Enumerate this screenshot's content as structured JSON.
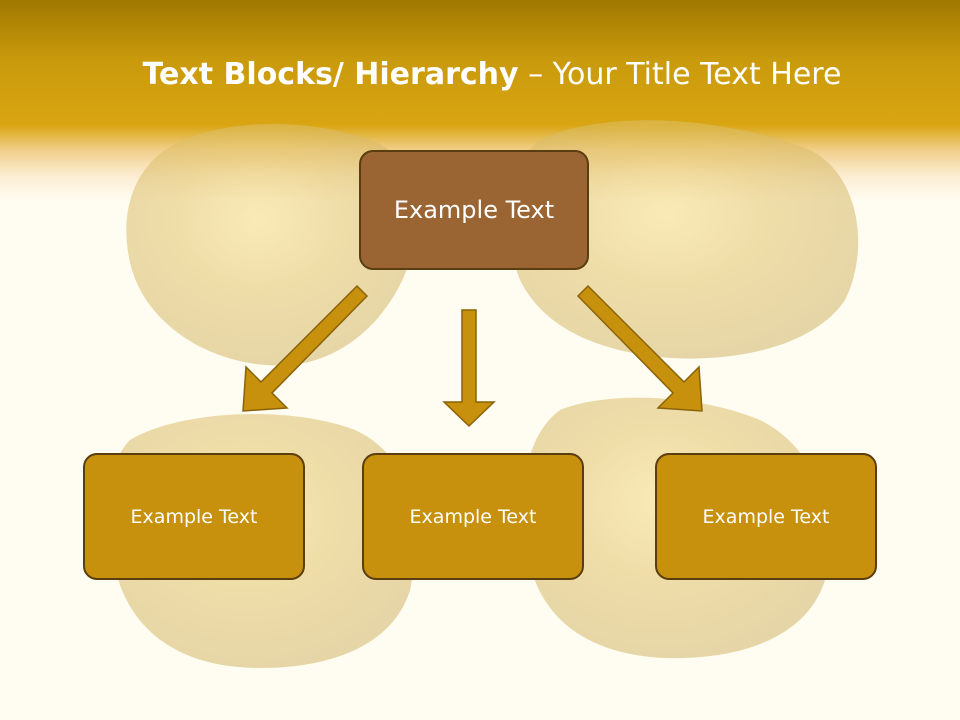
{
  "slide": {
    "title_bold": "Text Blocks/ Hierarchy",
    "title_separator": "–",
    "title_rest": "Your Title Text Here"
  },
  "hierarchy": {
    "root": {
      "label": "Example Text"
    },
    "children": [
      {
        "label": "Example Text"
      },
      {
        "label": "Example Text"
      },
      {
        "label": "Example Text"
      }
    ]
  },
  "colors": {
    "header_gold": "#d9a512",
    "root_fill": "#9a6433",
    "child_fill": "#c7900d",
    "arrow_fill": "#c7900d",
    "outline": "#5a3d10",
    "background": "#fffcf1"
  }
}
